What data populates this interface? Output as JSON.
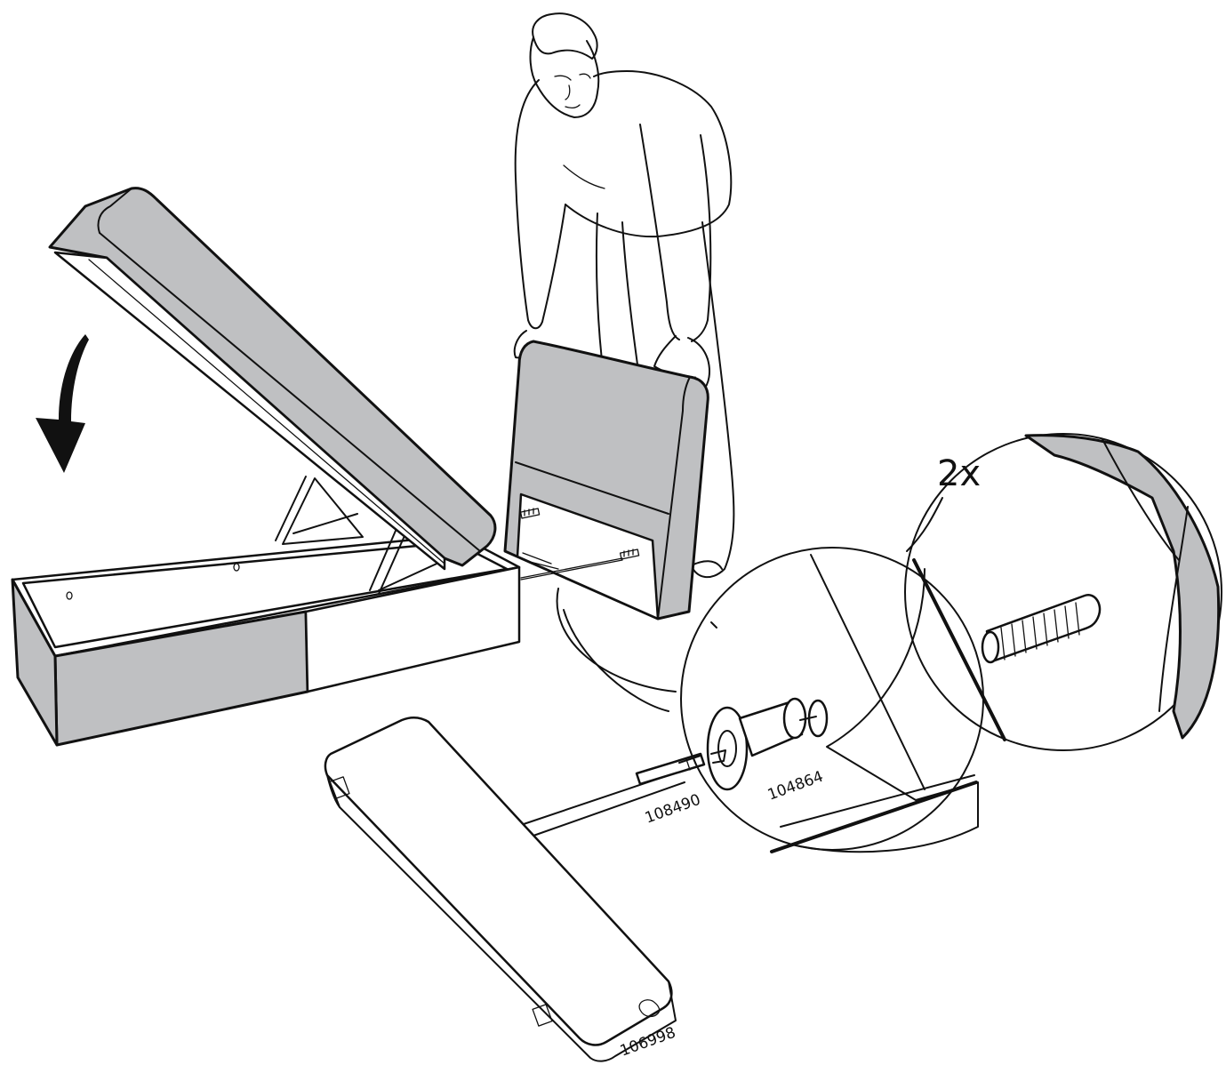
{
  "instruction": {
    "quantity_label": "2x",
    "parts": [
      {
        "id": "connector-bolt",
        "number": "108490"
      },
      {
        "id": "connector-fitting",
        "number": "104864"
      },
      {
        "id": "armrest-part",
        "number": "106998"
      }
    ]
  },
  "colors": {
    "line": "#111111",
    "fabric": "#bfc0c2",
    "background": "#ffffff"
  },
  "icons": {
    "direction_arrow": "curved-down-arrow-icon",
    "figure": "person-figure"
  }
}
